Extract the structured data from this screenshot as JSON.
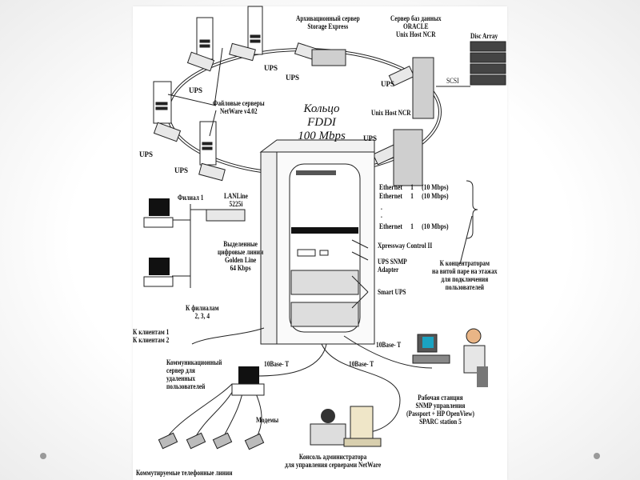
{
  "diagram": {
    "ring": {
      "title_line1": "Кольцо",
      "title_line2": "FDDI",
      "title_line3": "100 Mbps"
    },
    "ups_label": "UPS",
    "servers": {
      "archive": {
        "line1": "Архивационный сервер",
        "line2": "Storage Express"
      },
      "oracle": {
        "line1": "Сервер баз данных",
        "line2": "ORACLE",
        "line3": "Unix Host NCR"
      },
      "disc_array": "Disc Array",
      "scsi": "SCSI",
      "unix_host": "Unix Host NCR",
      "file_servers": {
        "line1": "Файловые серверы",
        "line2": "NetWare v4.02"
      }
    },
    "ethernet": [
      {
        "name": "Ethernet",
        "num": "1",
        "speed": "(10 Mbps)"
      },
      {
        "name": "Ethernet",
        "num": "1",
        "speed": "(10 Mbps)"
      },
      {
        "name": "Ethernet",
        "num": "1",
        "speed": "(10 Mbps)"
      }
    ],
    "ellipsis": ".",
    "rack": {
      "xpressway": "Xpressway Control II",
      "ups_snmp": {
        "line1": "UPS SNMP",
        "line2": "Adapter"
      },
      "smart_ups": "Smart UPS"
    },
    "concentrators": {
      "line1": "К концентраторам",
      "line2": "на витой паре на этажах",
      "line3": "для подключения",
      "line4": "пользователей"
    },
    "branch": {
      "filial": "Филиал 1",
      "lanline": {
        "line1": "LANLine",
        "line2": "5225i"
      },
      "golden_line": {
        "line1": "Выделенные",
        "line2": "цифровые линии",
        "line3": "Golden Line",
        "line4": "64 Kbps"
      },
      "to_filials": {
        "line1": "К филиалам",
        "line2": "2, 3, 4"
      }
    },
    "clients": {
      "line1": "К клиентам 1",
      "line2": "К клиентам 2"
    },
    "comm_server": {
      "line1": "Коммуникационный",
      "line2": "сервер для",
      "line3": "удаленных",
      "line4": "пользователей"
    },
    "base_t": "10Base- T",
    "modems": "Модемы",
    "phone_lines": "Коммутируемые телефонные линии",
    "workstation": {
      "line1": "Рабочая станция",
      "line2": "SNMP управления",
      "line3": "(Passport + HP OpenView)",
      "line4": "SPARC station 5"
    },
    "console": {
      "line1": "Консоль администратора",
      "line2": "для управления серверами NetWare"
    }
  }
}
